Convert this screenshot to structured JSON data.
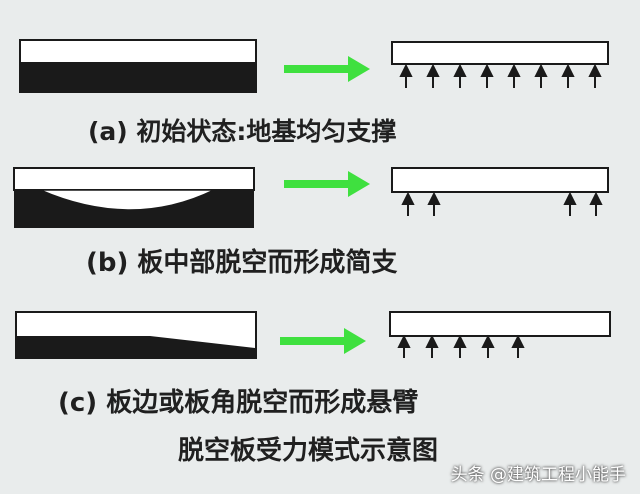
{
  "captions": {
    "a": "(a) 初始状态:地基均匀支撑",
    "b": "(b) 板中部脱空而形成简支",
    "c": "(c) 板边或板角脱空而形成悬臂"
  },
  "figure_title": "脱空板受力模式示意图",
  "watermark": "头条 @建筑工程小能手",
  "colors": {
    "background": "#e9ecec",
    "ink": "#1a1a1a",
    "slab_fill": "#ffffff",
    "arrow_green": "#3fe03f"
  },
  "support_arrows": {
    "a": 8,
    "b": 4,
    "c": 5
  }
}
